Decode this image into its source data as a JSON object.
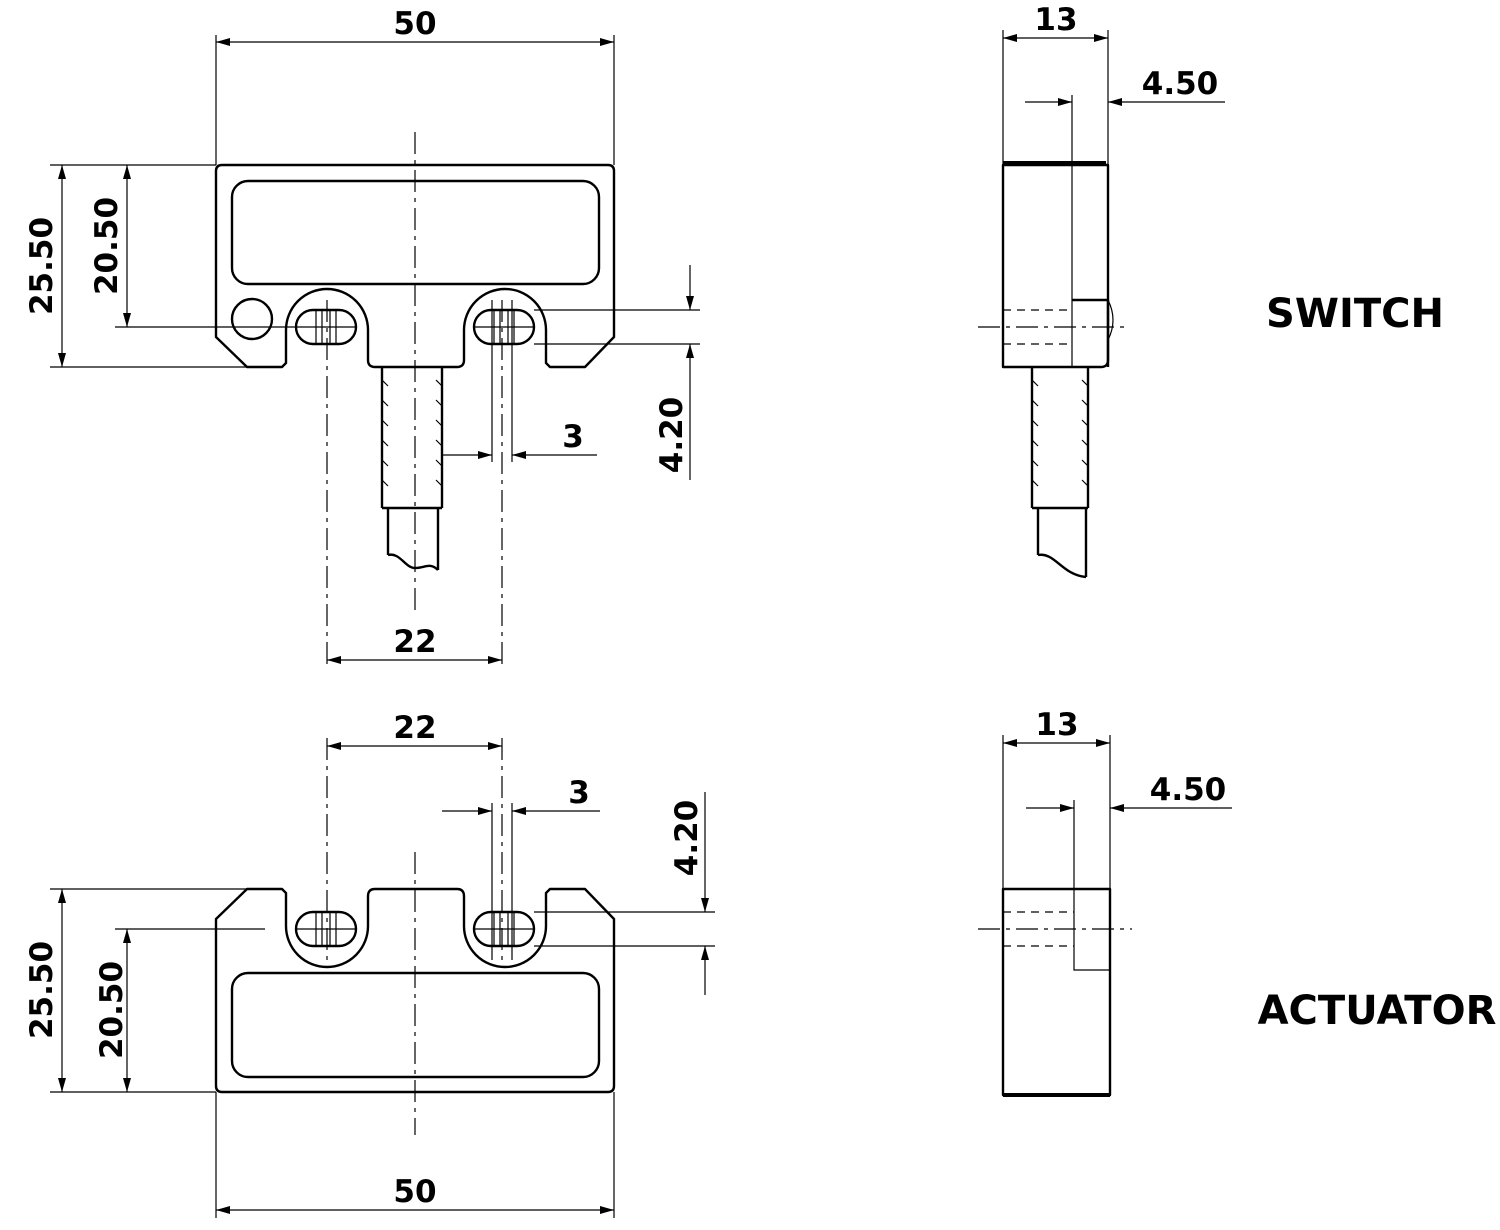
{
  "labels": {
    "switch": "SWITCH",
    "actuator": "ACTUATOR"
  },
  "switch_front": {
    "width": "50",
    "height": "25.50",
    "hole_height": "20.50",
    "hole_spacing": "22",
    "slot_width": "3",
    "slot_length": "4.20"
  },
  "switch_side": {
    "depth": "13",
    "offset": "4.50"
  },
  "actuator_front": {
    "width": "50",
    "height": "25.50",
    "hole_height": "20.50",
    "hole_spacing": "22",
    "slot_width": "3",
    "slot_length": "4.20"
  },
  "actuator_side": {
    "depth": "13",
    "offset": "4.50"
  }
}
